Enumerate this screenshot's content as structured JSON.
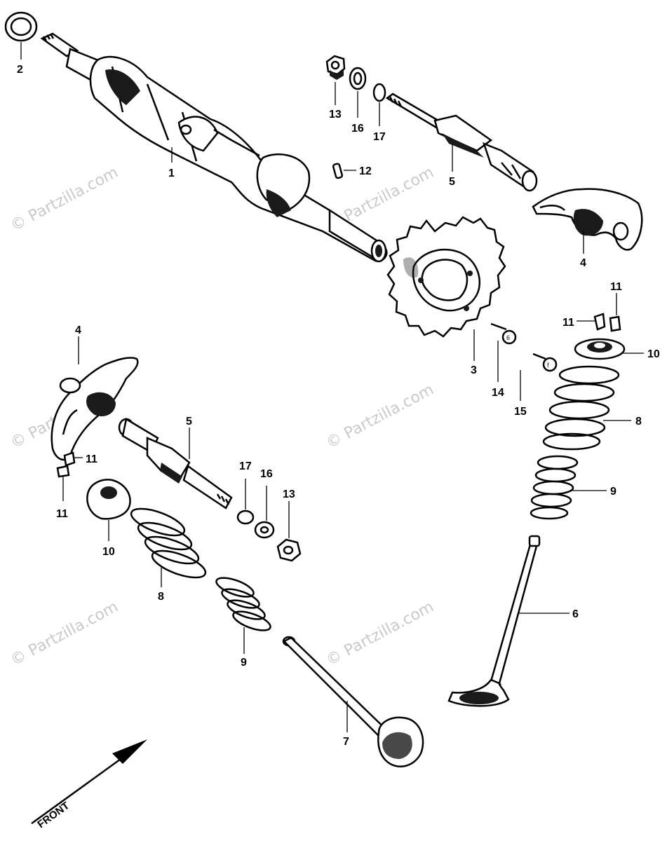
{
  "watermark": "© Partzilla.com",
  "front_label": "FRONT",
  "callouts": {
    "c1": "1",
    "c2": "2",
    "c3": "3",
    "c4a": "4",
    "c4b": "4",
    "c5a": "5",
    "c5b": "5",
    "c6": "6",
    "c7": "7",
    "c8a": "8",
    "c8b": "8",
    "c9a": "9",
    "c9b": "9",
    "c10a": "10",
    "c10b": "10",
    "c11a": "11",
    "c11b": "11",
    "c11c": "11",
    "c11d": "11",
    "c12": "12",
    "c13a": "13",
    "c13b": "13",
    "c14": "14",
    "c15": "15",
    "c16a": "16",
    "c16b": "16",
    "c17a": "17",
    "c17b": "17"
  }
}
